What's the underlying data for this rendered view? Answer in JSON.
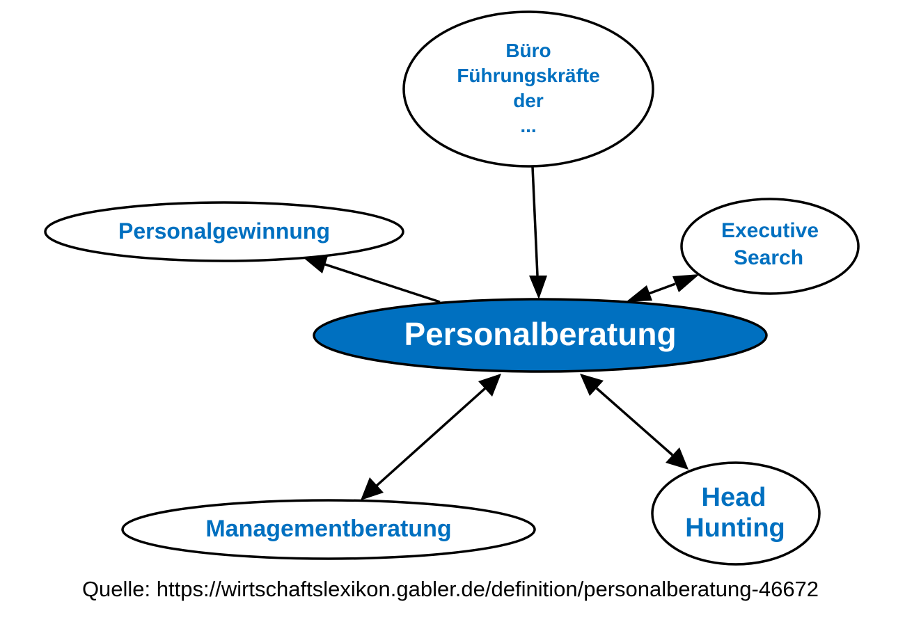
{
  "diagram": {
    "colors": {
      "node_text": "#0070c0",
      "center_fill": "#0070c0",
      "center_text": "#ffffff",
      "stroke": "#000000"
    },
    "nodes": {
      "center": {
        "label": "Personalberatung"
      },
      "buero": {
        "lines": [
          "Büro",
          "Führungskräfte",
          "der",
          "..."
        ]
      },
      "personalgewinnung": {
        "label": "Personalgewinnung"
      },
      "executive": {
        "lines": [
          "Executive",
          "Search"
        ]
      },
      "management": {
        "label": "Managementberatung"
      },
      "headhunting": {
        "lines": [
          "Head",
          "Hunting"
        ]
      }
    },
    "edges": [
      {
        "from": "buero",
        "to": "center",
        "direction": "forward"
      },
      {
        "from": "center",
        "to": "personalgewinnung",
        "direction": "forward"
      },
      {
        "from": "center",
        "to": "executive",
        "direction": "both"
      },
      {
        "from": "center",
        "to": "management",
        "direction": "both"
      },
      {
        "from": "center",
        "to": "headhunting",
        "direction": "both"
      }
    ]
  },
  "source": "Quelle: https://wirtschaftslexikon.gabler.de/definition/personalberatung-46672"
}
